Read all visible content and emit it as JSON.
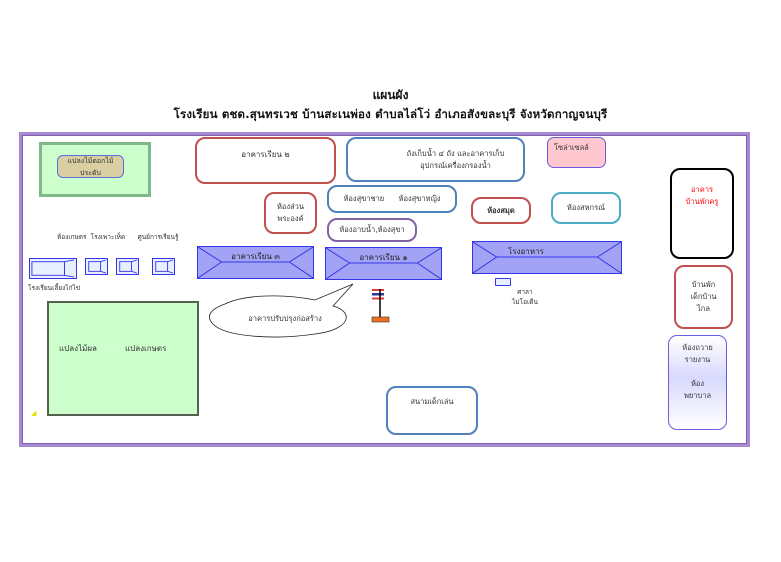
{
  "header": {
    "title": "แผนผัง",
    "subtitle": "โรงเรียน  ตชด.สุนทรเวช บ้านสะเนพ่อง  ตำบลไล่โว่  อำเภอสังขละบุรี  จังหวัดกาญจนบุรี"
  },
  "map": {
    "buildings": {
      "garden_plot": "แปลงไม้ดอกไม้ประดับ",
      "school_building_2": "อาคารเรียน ๒",
      "water_tanks": "ถังเก็บน้ำ ๔ ถัง  และอาคารเก็บ",
      "water_tanks_line2": "อุปกรณ์เครื่องกรองน้ำ",
      "solar_top": "โซล่าเซลล์",
      "royal_room_line1": "ห้องส่วน",
      "royal_room_line2": "พระองค์",
      "toilets": "ห้องสุขาชาย      ห้องสุขาหญิง",
      "bathroom": "ห้องอาบน้ำ,ห้องสุขา",
      "library": "ห้องสมุด",
      "cooperative": "ห้องสหกรณ์",
      "teacher_house_line1": "อาคาร",
      "teacher_house_line2": "บ้านพักครู",
      "small_labels": "ห้องเกษตร  โรงเพาะเห็ด      ศูนย์การเรียนรู้",
      "chicken_house": "โรงเรียนเลี้ยงไก่ไข่",
      "school_building_3": "อาคารเรียน ๓",
      "school_building_1": "อาคารเรียน ๑",
      "canteen": "โรงอาหาร",
      "sala_line1": "ศาลา",
      "sala_line2": "ไม่โอเดีน",
      "renovation_callout": "อาคารปรับปรุงก่อสร้าง",
      "dorm_line1": "บ้านพัก",
      "dorm_line2": "เด็กบ้าน",
      "dorm_line3": "ไกล",
      "report_room_line1": "ห้องถวาย",
      "report_room_line2": "รายงาน",
      "nurse_room_line1": "ห้อง",
      "nurse_room_line2": "พยาบาล",
      "fruit_plot": "แปลงไม้ผล",
      "farm_plot": "แปลงเกษตร",
      "playground": "สนามเด็กเล่น"
    },
    "colors": {
      "frame": "#a98ad1",
      "building_fill": "#a3a3f6",
      "building_stroke": "#3434e8",
      "plot_fill": "#ccffcc",
      "teacher_house_text": "#ff0000"
    }
  }
}
